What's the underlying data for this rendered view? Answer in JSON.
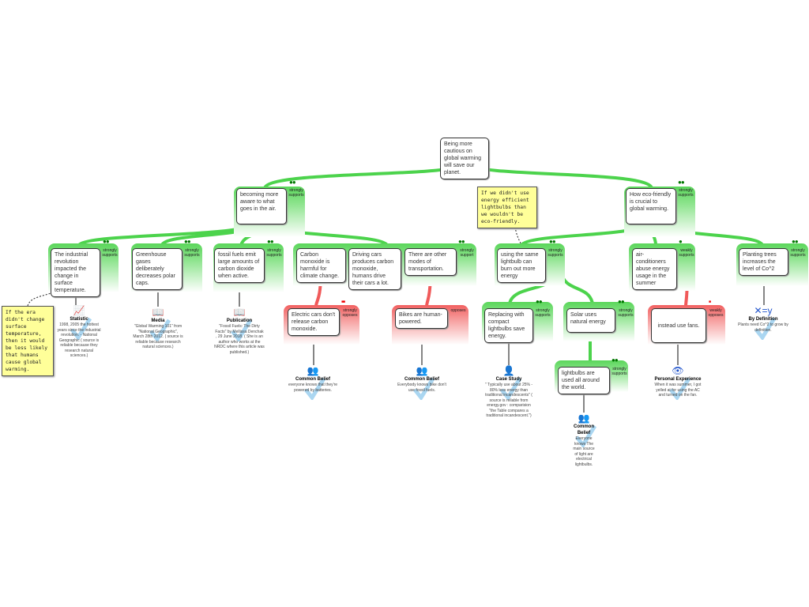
{
  "colors": {
    "support": "#4cd34c",
    "oppose": "#f05a5a",
    "dot_support": "#007700",
    "dot_oppose": "#ee0000"
  },
  "nodes": {
    "root": {
      "text": "Being more cautious on global warming will save our planet."
    },
    "aware": {
      "text": "becoming more aware to what goes in the air.",
      "relation": "strongly supports"
    },
    "eco": {
      "text": "How eco-friendly is crucial to global warming.",
      "relation": "strongly supports"
    },
    "industrial": {
      "text": "The industrial revolution impacted the change in surface temperature.",
      "relation": "strongly supports"
    },
    "greenhouse": {
      "text": "Greenhouse gases deliberately decreases polar caps.",
      "relation": "strongly supports"
    },
    "fossil": {
      "text": "fossil fuels emit large amounts of carbon dioxide when active.",
      "relation": "strongly supports"
    },
    "co": {
      "text": "Carbon monoxide is harmful for climate change."
    },
    "driving": {
      "text": "Driving cars produces carbon monoxide, humans drive their cars a lot.",
      "relation": "strongly support"
    },
    "transport": {
      "text": "There are other modes of transportation."
    },
    "electric": {
      "text": "Electric cars don't release carbon monoxide.",
      "relation": "strongly opposes"
    },
    "bikes": {
      "text": "Bikes are human-powered.",
      "relation": "opposes"
    },
    "lightbulb": {
      "text": "using the same lightbulb can burn out more energy",
      "relation": "strongly supports"
    },
    "compact": {
      "text": "Replacing with compact lightbulbs save energy.",
      "relation": "strongly supports"
    },
    "solar": {
      "text": "Solar uses natural energy",
      "relation": "strongly supports"
    },
    "world": {
      "text": "lightbulbs are used all around the world.",
      "relation": "strongly supports"
    },
    "ac": {
      "text": "air-conditioners abuse energy usage in the summer",
      "relation": "weakly supports"
    },
    "fans": {
      "text": "instead use fans.",
      "relation": "weakly opposes"
    },
    "trees": {
      "text": "Planting trees increases the level of Co^2",
      "relation": "strongly supports"
    }
  },
  "evidence": {
    "industrial": {
      "type": "Statistic",
      "icon": "chart-icon",
      "text": "1998, 2005 the hottest years since the industrial revolution. - National Geographic ( source is reliable because they research natural sciences.)"
    },
    "greenhouse": {
      "type": "Media",
      "icon": "book-icon",
      "text": "\"Global Warming 101\" from \"National Geographic\", March 28th 2012. ( source is reliable because research natural sciences.)"
    },
    "fossil": {
      "type": "Publication",
      "icon": "book-icon",
      "text": "\"Fossil Fuels: The Dirty Facts\" by Mellissa Denchak , 29 June 2018. ( She is an author who works at the NRDC where this article was published.)"
    },
    "electric": {
      "type": "Common Belief",
      "icon": "people-icon",
      "text": "everyone knows that they're powered by batteries."
    },
    "bikes": {
      "type": "Common Belief",
      "icon": "people-icon",
      "text": "Everybody knows bike don't use fossil fuels."
    },
    "compact": {
      "type": "Case Study",
      "icon": "case-study-icon",
      "text": "\" Typically use about 25% - 80% less energy than traditional incandescents\" ( source is reliable from energy.gov : comparision \"the Table compares a traditional incandescent.\")"
    },
    "world": {
      "type": "Common Belief",
      "icon": "people-icon",
      "text": "Everyone knows The main source of light are electrical lightbulbs."
    },
    "fans": {
      "type": "Personal Experience",
      "icon": "eye-icon",
      "text": "When it was summer, I got yelled at for using the AC and turned on the fan."
    },
    "trees": {
      "type": "By Definition",
      "icon": "definition-icon",
      "text": "Plants need Co^2 to grow by definition."
    }
  },
  "notes": {
    "industrial_note": "If the era didn't change surface temperature, then it would be less likely that humans cause global warming.",
    "lightbulb_note": "If we didn't use energy efficient lightbulbs than we wouldn't be eco-friendly."
  }
}
